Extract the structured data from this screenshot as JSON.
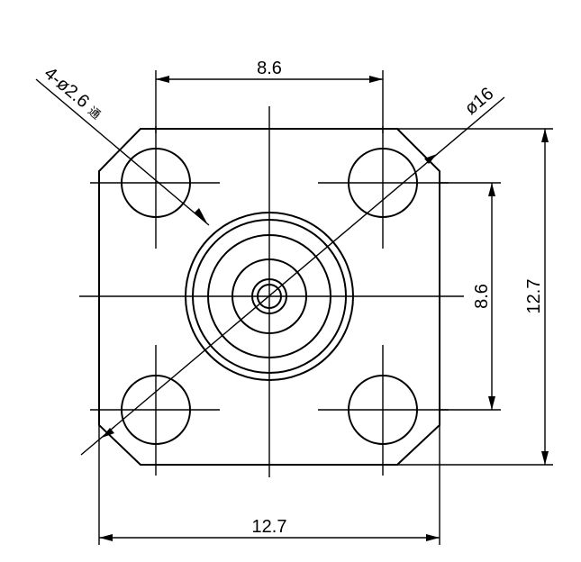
{
  "drawing": {
    "dimensions": {
      "top_hole_spacing": "8.6",
      "right_hole_spacing": "8.6",
      "overall_height": "12.7",
      "overall_width": "12.7",
      "flange_diameter": "ø16",
      "hole_callout": "4-ø2.6",
      "hole_callout_note": "通"
    },
    "colors": {
      "line": "#000000",
      "background": "#ffffff"
    }
  }
}
